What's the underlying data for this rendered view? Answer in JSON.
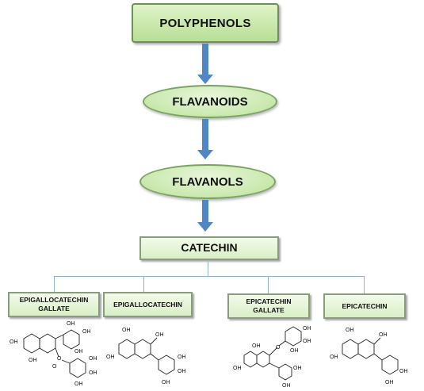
{
  "nodes": {
    "polyphenols": "POLYPHENOLS",
    "flavanoids": "FLAVANOIDS",
    "flavanols": "FLAVANOLS",
    "catechin": "CATECHIN"
  },
  "catechins": [
    {
      "line1": "EPIGALLOCATECHIN",
      "line2": "GALLATE"
    },
    {
      "line1": "EPIGALLOCATECHIN",
      "line2": ""
    },
    {
      "line1": "EPICATECHIN",
      "line2": "GALLATE"
    },
    {
      "line1": "EPICATECHIN",
      "line2": ""
    }
  ],
  "structure_labels": {
    "oh": "OH",
    "o": "O"
  }
}
